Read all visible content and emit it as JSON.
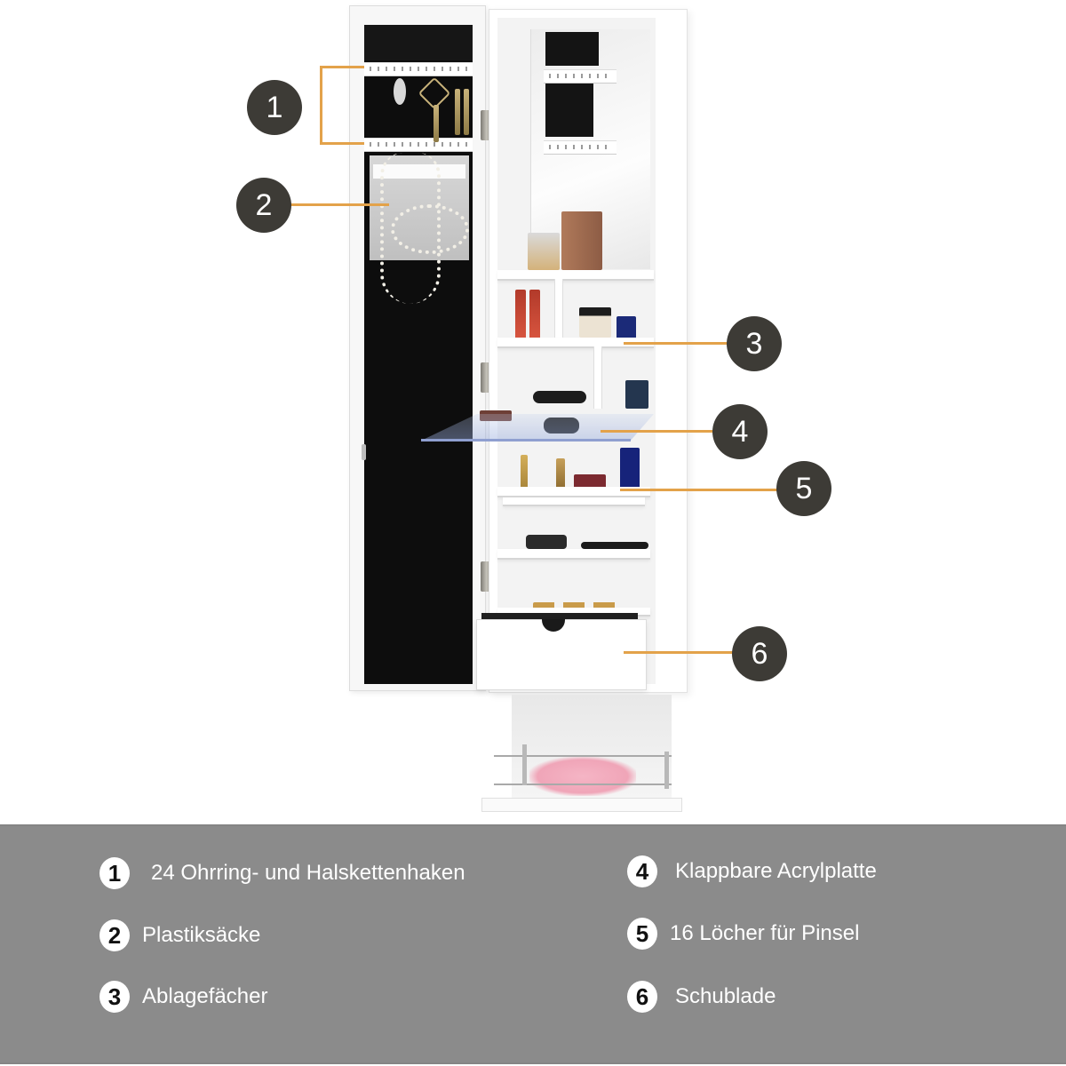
{
  "image": {
    "subject": "Wall-mounted jewelry cabinet with mirror door, open, with numbered feature callouts",
    "colors": {
      "background": "#ffffff",
      "legend_band": "#8b8b8b",
      "callout_circle": "#3d3b36",
      "callout_number": "#ffffff",
      "leader_line": "#e3a24a",
      "legend_badge": "#ffffff",
      "legend_badge_number": "#111111",
      "legend_text": "#ffffff"
    }
  },
  "callouts": [
    {
      "number": "1",
      "label": "24 Ohrring- und Halskettenhaken"
    },
    {
      "number": "2",
      "label": "Plastiksäcke"
    },
    {
      "number": "3",
      "label": "Ablagefächer"
    },
    {
      "number": "4",
      "label": "Klappbare Acrylplatte"
    },
    {
      "number": "5",
      "label": "16 Löcher für Pinsel"
    },
    {
      "number": "6",
      "label": "Schublade"
    }
  ],
  "legend": {
    "left_column": [
      {
        "number": "1",
        "text": "24 Ohrring- und Halskettenhaken"
      },
      {
        "number": "2",
        "text": "Plastiksäcke"
      },
      {
        "number": "3",
        "text": "Ablagefächer"
      }
    ],
    "right_column": [
      {
        "number": "4",
        "text": "Klappbare Acrylplatte"
      },
      {
        "number": "5",
        "text": "16 Löcher für Pinsel"
      },
      {
        "number": "6",
        "text": "Schublade"
      }
    ]
  }
}
